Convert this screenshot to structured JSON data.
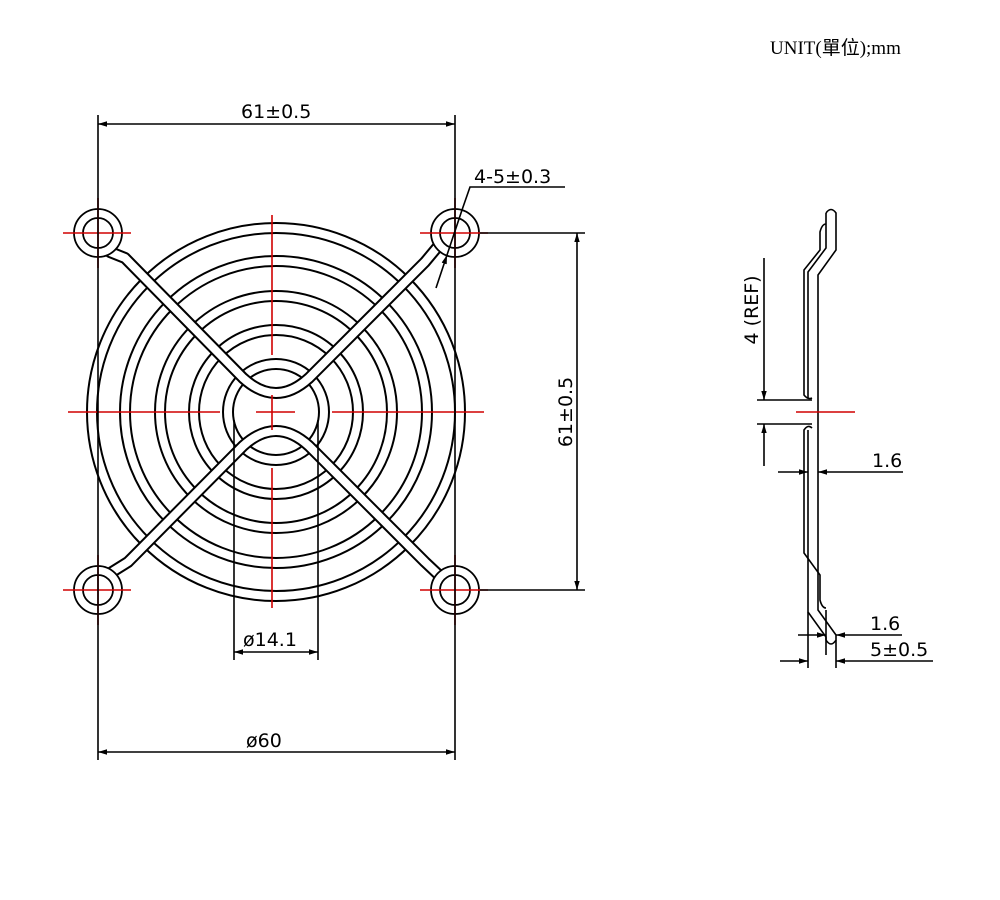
{
  "unit_label": "UNIT(單位);mm",
  "front_view": {
    "width_dim": "61±0.5",
    "height_dim": "61±0.5",
    "hole_dim": "4-5±0.3",
    "center_dia_dim": "ø14.1",
    "outer_dia_dim": "ø60"
  },
  "side_view": {
    "ref_dim": "4 (REF)",
    "wire_dim_1": "1.6",
    "wire_dim_2": "1.6",
    "depth_dim": "5±0.5"
  },
  "colors": {
    "centerline": "#d00000",
    "line": "#000000"
  }
}
